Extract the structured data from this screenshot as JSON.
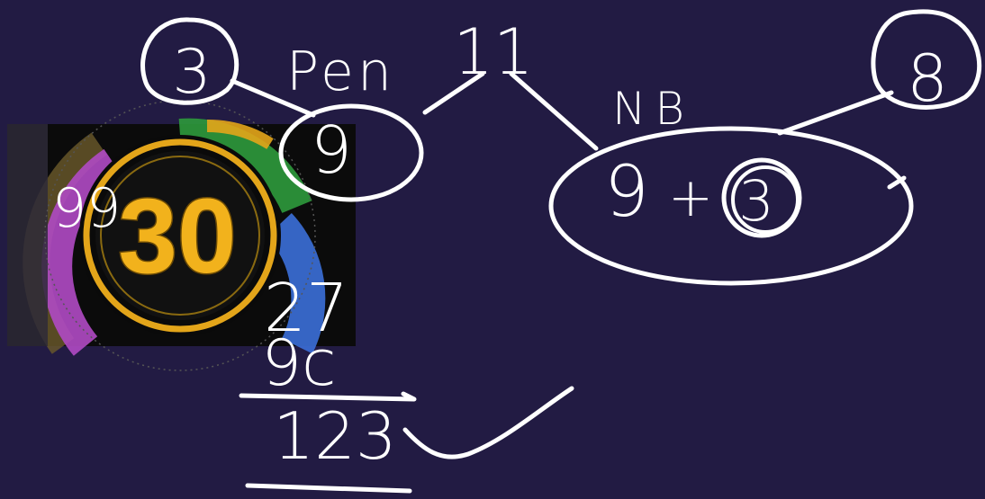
{
  "whiteboard": {
    "background": "#221b43",
    "ink_color": "#ffffff",
    "timer_image": {
      "number": "30",
      "number_color": "#f2b21c",
      "ring_colors": [
        "#2d9a3c",
        "#3b6fd8",
        "#b04ac4",
        "#7a7a1e",
        "#e3a51a"
      ]
    },
    "annotations": {
      "circled_left": "3",
      "pen_label": "Pen",
      "top_number": "11",
      "circled_pen": "9",
      "nb_label": "NB",
      "circled_right": "8",
      "sum_left": "9",
      "plus": "+",
      "sum_circled": "3",
      "overlay_left": "99",
      "value_a": "27",
      "value_b": "9c",
      "total": "123"
    }
  }
}
